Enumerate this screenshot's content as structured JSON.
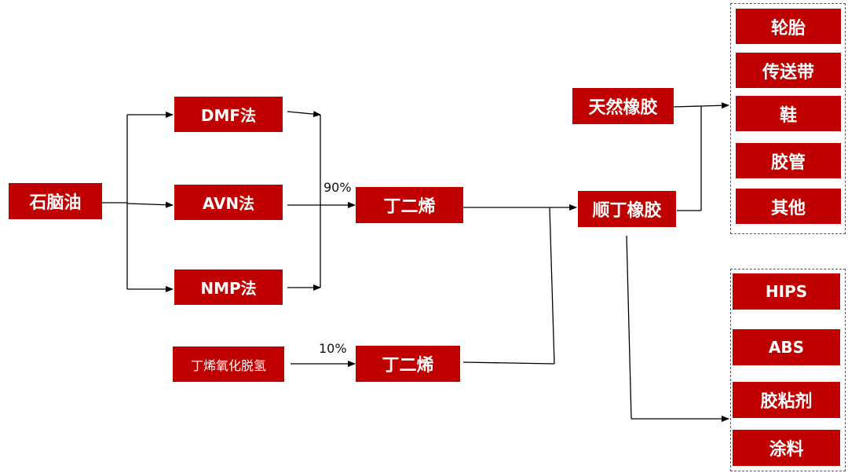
{
  "nodes": {
    "naphtha": "石脑油",
    "dmf": "DMF法",
    "avn": "AVN法",
    "nmp": "NMP法",
    "butene_ox": "丁烯氧化脱氢",
    "butadiene_a": "丁二烯",
    "butadiene_b": "丁二烯",
    "natural_rubber": "天然橡胶",
    "br_rubber": "顺丁橡胶"
  },
  "labels": {
    "pct_90": "90%",
    "pct_10": "10%"
  },
  "uses_group_1": [
    "轮胎",
    "传送带",
    "鞋",
    "胶管",
    "其他"
  ],
  "uses_group_2": [
    "HIPS",
    "ABS",
    "胶粘剂",
    "涂料"
  ],
  "colors": {
    "box": "#c00000",
    "line": "#000000"
  }
}
